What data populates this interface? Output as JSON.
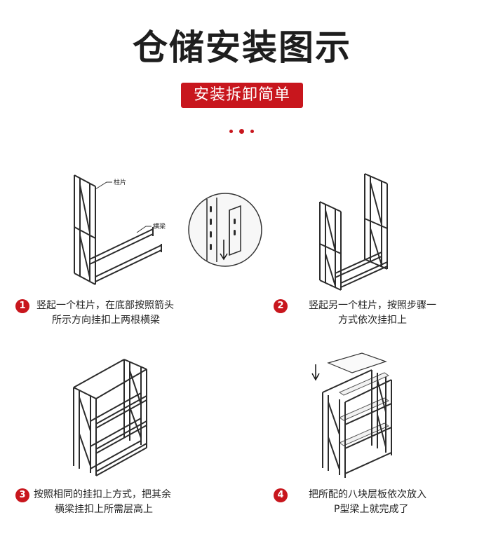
{
  "header": {
    "title": "仓储安装图示",
    "badge": "安装拆卸简单"
  },
  "diagram1": {
    "label_post": "柱片",
    "label_beam": "横梁"
  },
  "steps": [
    {
      "num": "1",
      "line1": "竖起一个柱片，在底部按照箭头",
      "line2": "所示方向挂扣上两根横梁"
    },
    {
      "num": "2",
      "line1": "竖起另一个柱片，按照步骤一",
      "line2": "方式依次挂扣上"
    },
    {
      "num": "3",
      "line1": "按照相同的挂扣上方式，把其余",
      "line2": "横梁挂扣上所需层高上"
    },
    {
      "num": "4",
      "line1": "把所配的八块层板依次放入",
      "line2": "P型梁上就完成了"
    }
  ],
  "colors": {
    "accent": "#c8161d",
    "title": "#1e1e1e"
  }
}
